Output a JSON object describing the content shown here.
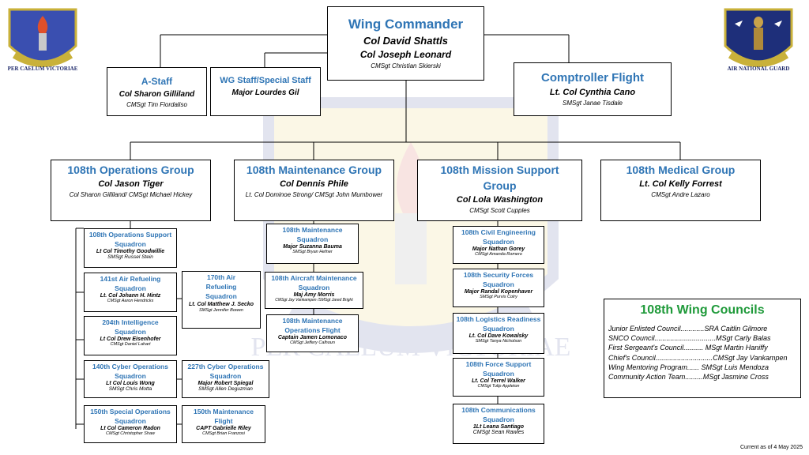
{
  "logos": {
    "left_motto": "PER CAELUM VICTORIAE",
    "right_text": "AIR NATIONAL GUARD",
    "watermark_motto": "PER CAELUM VICTORIAE"
  },
  "commander": {
    "title": "Wing Commander",
    "name1": "Col David Shattls",
    "name2": "Col Joseph Leonard",
    "sub": "CMSgt Christian Skierski"
  },
  "astaff": {
    "title": "A-Staff",
    "name": "Col Sharon Gilliland",
    "sub": "CMSgt Tim Fiordaliso"
  },
  "wgstaff": {
    "title": "WG Staff/Special Staff",
    "name": "Major Lourdes Gil"
  },
  "comptroller": {
    "title": "Comptroller Flight",
    "name": "Lt. Col Cynthia Cano",
    "sub": "SMSgt Janae Tisdale"
  },
  "groups": {
    "ops": {
      "title": "108th Operations Group",
      "name": "Col Jason Tiger",
      "sub": "Col Sharon Gilliland/ CMSgt Michael Hickey"
    },
    "mx": {
      "title": "108th Maintenance Group",
      "name": "Col Dennis Phile",
      "sub": "Lt. Col Dominoe Strong/ CMSgt John Mumbower"
    },
    "msg": {
      "title": "108th Mission Support Group",
      "name": "Col Lola Washington",
      "sub": "CMSgt Scott Cupples"
    },
    "med": {
      "title": "108th Medical Group",
      "name": "Lt. Col Kelly Forrest",
      "sub": "CMSgt Andre Lazaro"
    }
  },
  "ops_squadrons": [
    {
      "title": "108th Operations Support Squadron",
      "name": "Lt Col Timothy Goodwillie",
      "sub": "SMSgt Russel Stein"
    },
    {
      "title": "141st Air Refueling Squadron",
      "name": "Lt. Col Johann H. Hintz",
      "sub": "CMSgt Aaron Hendricks"
    },
    {
      "title": "204th Intelligence Squadron",
      "name": "Lt Col Drew Eisenhofer",
      "sub": "CMSgt Daniel Lahart"
    },
    {
      "title": "140th Cyber Operations Squadron",
      "name": "Lt Col Louis Wong",
      "sub": "SMSgt Chris Motta"
    },
    {
      "title": "150th Special Operations Squadron",
      "name": "Lt Col Cameron Radon",
      "sub": "CMSgt Christopher Shaw"
    }
  ],
  "ops_side": [
    {
      "title": "170th Air Refueling Squadron",
      "name": "Lt. Col Matthew J. Secko",
      "sub": "SMSgt Jennifer Bowen"
    },
    {
      "title": "227th Cyber Operations Squadron",
      "name": "Major Robert Spiegal",
      "sub": "SMSgt Allen Deguzman"
    },
    {
      "title": "150th Maintenance Flight",
      "name": "CAPT Gabrielle Riley",
      "sub": "CMSgt Brian Franzosi"
    }
  ],
  "mx_squadrons": [
    {
      "title": "108th Maintenance Squadron",
      "name": "Major Suzanna Bauma",
      "sub": "SMSgt Bryan Hefner"
    },
    {
      "title": "108th Aircraft Maintenance Squadron",
      "name": "Maj Amy Morris",
      "sub": "CMSgt Jay Vankampen /SMSgt Jared Bright"
    },
    {
      "title": "108th Maintenance Operations Flight",
      "name": "Captain Jamen Lomonaco",
      "sub": "CMSgt Jeffery Calhoun"
    }
  ],
  "msg_squadrons": [
    {
      "title": "108th Civil Engineering Squadron",
      "name": "Major Nathan Gorey",
      "sub": "CMSgt Amanda Romero"
    },
    {
      "title": "108th Security Forces Squadron",
      "name": "Major Randal Kopenhaver",
      "sub": "SMSgt Purvis Colry"
    },
    {
      "title": "108th Logistics Readiness Squadron",
      "name": "Lt. Col Dave Kowalsky",
      "sub": "SMSgt Tanya Nicholson"
    },
    {
      "title": "108th Force Support Squadron",
      "name": "Lt. Col Terrel Walker",
      "sub": "CMSgt Tulip Appleton"
    },
    {
      "title": "108th Communications Squadron",
      "name": "1Lt Leana Santiago",
      "sub2": "CMSgt Sean Rawles"
    }
  ],
  "councils": {
    "title": "108th Wing Councils",
    "rows": [
      "Junior Enlisted Council............SRA Caitlin Gilmore",
      "SNCO Council...............................MSgt Carly Balas",
      "First Sergeant's Council.......... MSgt Martin Haniffy",
      "Chief's Council.............................CMSgt Jay Vankampen",
      "Wing Mentoring Program...... SMSgt Luis Mendoza",
      "Community Action Team.........MSgt Jasmine Cross"
    ]
  },
  "footer": {
    "as_of": "Current as of 4 May 2025"
  }
}
